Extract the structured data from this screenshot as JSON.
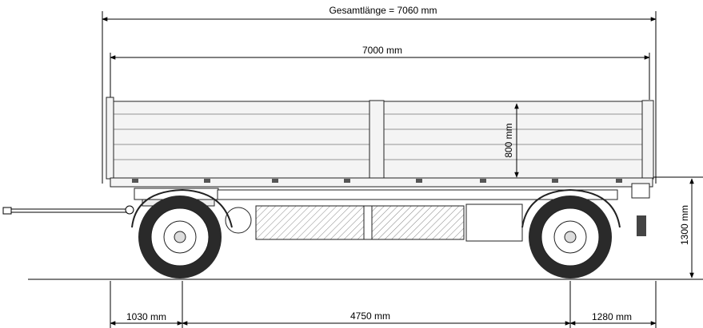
{
  "dimensions": {
    "overall_length": "Gesamtlänge = 7060 mm",
    "body_length": "7000 mm",
    "side_height": "800 mm",
    "platform_height": "1300 mm",
    "front_overhang": "1030 mm",
    "wheelbase": "4750 mm",
    "rear_overhang": "1280 mm"
  },
  "colors": {
    "line": "#000000",
    "body": "#f4f4f4",
    "tire": "#2a2a2a"
  }
}
